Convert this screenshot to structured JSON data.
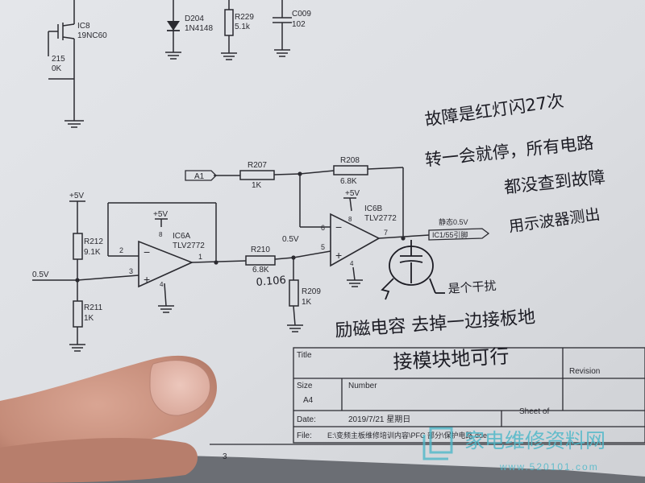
{
  "schematic": {
    "top_parts": {
      "ic8_ref": "IC8",
      "ic8_part": "19NC60",
      "r215_ref": "215",
      "r215_val": "0K",
      "d204_ref": "D204",
      "d204_val": "1N4148",
      "r229_ref": "R229",
      "r229_val": "5.1k",
      "c009_ref": "C009",
      "c009_val": "102"
    },
    "signals": {
      "a1": "A1",
      "plus5v": "+5V",
      "in_0_5v": "0.5V",
      "node_0_5v": "0.5V"
    },
    "ic6a": {
      "ref": "IC6A",
      "part": "TLV2772",
      "vcc": "+5V",
      "pin_plus": "3",
      "pin_minus": "2",
      "pin_out": "1",
      "pin_v": "8",
      "pin_g": "4"
    },
    "ic6b": {
      "ref": "IC6B",
      "part": "TLV2772",
      "vcc": "+5V",
      "pin_minus": "6",
      "pin_plus": "5",
      "pin_out": "7",
      "pin_v": "8",
      "pin_g": "4"
    },
    "resistors": {
      "r207": {
        "ref": "R207",
        "val": "1K"
      },
      "r208": {
        "ref": "R208",
        "val": "6.8K"
      },
      "r210": {
        "ref": "R210",
        "val": "6.8K"
      },
      "r209": {
        "ref": "R209",
        "val": "1K"
      },
      "r212": {
        "ref": "R212",
        "val": "9.1K"
      },
      "r211": {
        "ref": "R211",
        "val": "1K"
      }
    },
    "output_label": "静态0.5V",
    "output_net": "IC1/55引脚",
    "title_block": {
      "title_label": "Title",
      "size_label": "Size",
      "number_label": "Number",
      "revision_label": "Revision",
      "size_value": "A4",
      "date_label": "Date:",
      "date_value": "2019/7/21 星期日",
      "sheet_label": "Sheet  of",
      "file_label": "File:",
      "file_value": "E:\\变频主板维修培训内容\\PFC 部分\\保护电路.dde",
      "sheet_number": "3"
    }
  },
  "handwriting": {
    "note1": "故障是红灯闪27次",
    "note2": "转一会就停，所有电路",
    "note3": "都没查到故障",
    "note4": "用示波器测出",
    "meas": "0.106",
    "arrow_note": "是个干扰",
    "note5": "励磁电容 去掉一边接板地",
    "note6": "接模块地可行"
  },
  "watermark": {
    "brand": "家电维修资料网",
    "url": "www.520101.com"
  }
}
